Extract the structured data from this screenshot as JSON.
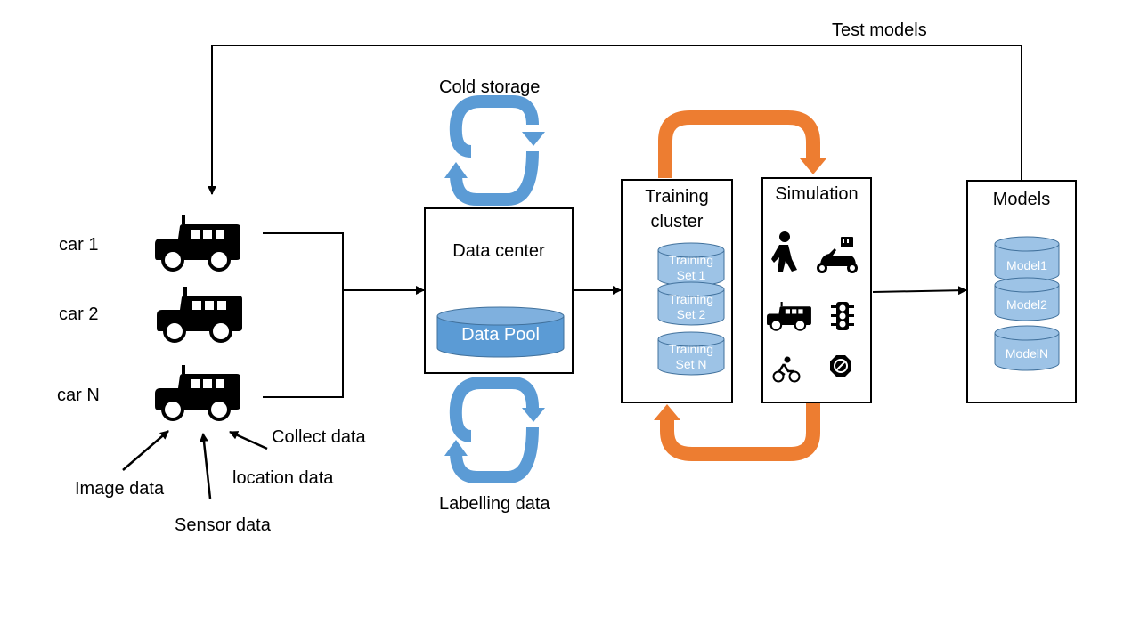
{
  "labels": {
    "test_models": "Test models",
    "cold_storage": "Cold storage",
    "labelling_data": "Labelling data",
    "car1": "car 1",
    "car2": "car 2",
    "carN": "car N",
    "collect_data": "Collect data",
    "image_data": "Image data",
    "location_data": "location data",
    "sensor_data": "Sensor data"
  },
  "data_center": {
    "title": "Data center",
    "pool": "Data Pool"
  },
  "training": {
    "title_line1": "Training",
    "title_line2": "cluster",
    "sets": [
      {
        "line1": "Training",
        "line2": "Set 1"
      },
      {
        "line1": "Training",
        "line2": "Set 2"
      },
      {
        "line1": "Training",
        "line2": "Set N"
      }
    ]
  },
  "simulation": {
    "title": "Simulation",
    "icons": [
      "pedestrian-icon",
      "scooter-icon",
      "car-icon",
      "traffic-light-icon",
      "cyclist-icon",
      "no-entry-icon"
    ]
  },
  "models": {
    "title": "Models",
    "items": [
      "Model1",
      "Model2",
      "ModelN"
    ]
  },
  "colors": {
    "blue_arrow": "#5b9bd5",
    "orange_arrow": "#ed7d31",
    "cylinder_fill": "#9dc3e6",
    "pool_fill": "#5b9bd5"
  }
}
